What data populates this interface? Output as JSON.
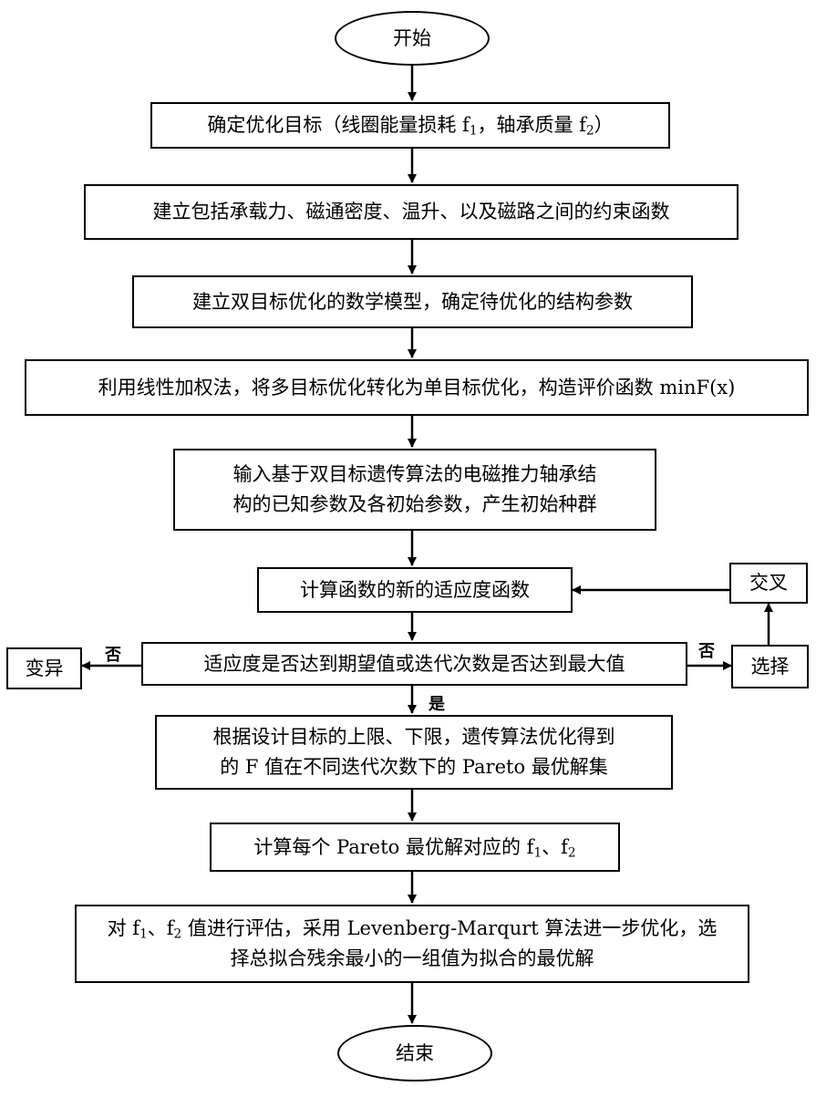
{
  "start": "开始",
  "end": "结束",
  "step1": {
    "a": "确定优化目标（线圈能量损耗 f",
    "s1": "1",
    "b": "，轴承质量 f",
    "s2": "2",
    "c": "）"
  },
  "step2": "建立包括承载力、磁通密度、温升、以及磁路之间的约束函数",
  "step3": "建立双目标优化的数学模型，确定待优化的结构参数",
  "step4": "利用线性加权法，将多目标优化转化为单目标优化，构造评价函数 minF(x)",
  "step5": {
    "line1": "输入基于双目标遗传算法的电磁推力轴承结",
    "line2": "构的已知参数及各初始参数，产生初始种群"
  },
  "step6": "计算函数的新的适应度函数",
  "decision": "适应度是否达到期望值或迭代次数是否达到最大值",
  "mutation": "变异",
  "crossover": "交叉",
  "selection": "选择",
  "label_no_left": "否",
  "label_no_right": "否",
  "label_yes": "是",
  "step7": {
    "line1": "根据设计目标的上限、下限，遗传算法优化得到",
    "line2": "的 F 值在不同迭代次数下的 Pareto 最优解集"
  },
  "step8": {
    "a": "计算每个 Pareto 最优解对应的 f",
    "s1": "1",
    "b": "、f",
    "s2": "2"
  },
  "step9": {
    "l1a": "对 f",
    "l1s1": "1",
    "l1b": "、f",
    "l1s2": "2",
    "l1c": " 值进行评估，采用 Levenberg-Marqurt 算法进一步优化，选",
    "line2": "择总拟合残余最小的一组值为拟合的最优解"
  }
}
